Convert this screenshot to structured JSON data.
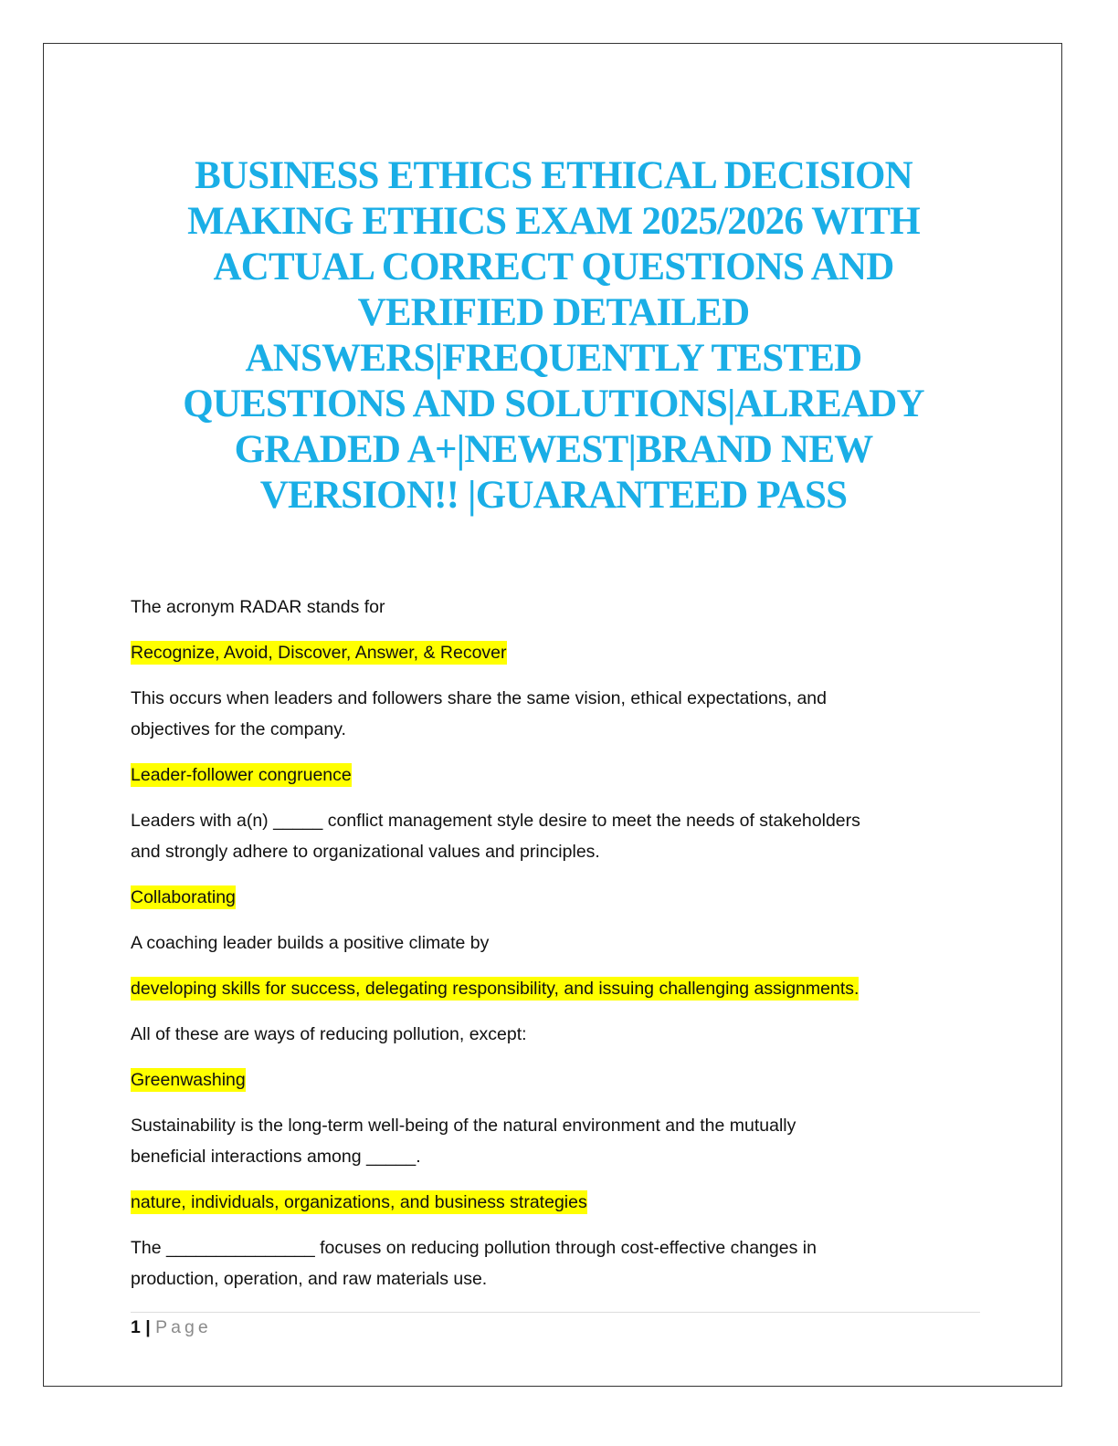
{
  "title_lines": [
    "BUSINESS ETHICS ETHICAL DECISION",
    "MAKING ETHICS EXAM 2025/2026 WITH",
    "ACTUAL CORRECT QUESTIONS AND",
    "VERIFIED DETAILED",
    "ANSWERS|FREQUENTLY TESTED",
    "QUESTIONS AND SOLUTIONS|ALREADY",
    "GRADED A+|NEWEST|BRAND NEW",
    "VERSION!! |GUARANTEED PASS"
  ],
  "colors": {
    "title": "#1aaee6",
    "highlight": "#ffff00"
  },
  "qa": [
    {
      "q": [
        "The acronym RADAR stands for"
      ],
      "a": "Recognize, Avoid, Discover, Answer, & Recover"
    },
    {
      "q": [
        "This occurs when leaders and followers share the same vision, ethical expectations, and",
        "objectives for the company."
      ],
      "a": "Leader-follower congruence"
    },
    {
      "q": [
        "Leaders with a(n) _____ conflict management style desire to meet the needs of stakeholders",
        "and strongly adhere to organizational values and principles."
      ],
      "a": "Collaborating"
    },
    {
      "q": [
        "A coaching leader builds a positive climate by"
      ],
      "a": "developing skills for success, delegating responsibility, and issuing challenging assignments."
    },
    {
      "q": [
        "All of these are ways of reducing pollution, except:"
      ],
      "a": "Greenwashing"
    },
    {
      "q": [
        "Sustainability is the long-term well-being of the natural environment and the mutually",
        "beneficial interactions among _____."
      ],
      "a": "nature, individuals, organizations, and business strategies"
    },
    {
      "q": [
        "The _______________ focuses on reducing pollution through cost-effective changes in",
        "production, operation, and raw materials use."
      ]
    }
  ],
  "footer": {
    "page_number": "1",
    "separator": "|",
    "page_label": "Page"
  }
}
